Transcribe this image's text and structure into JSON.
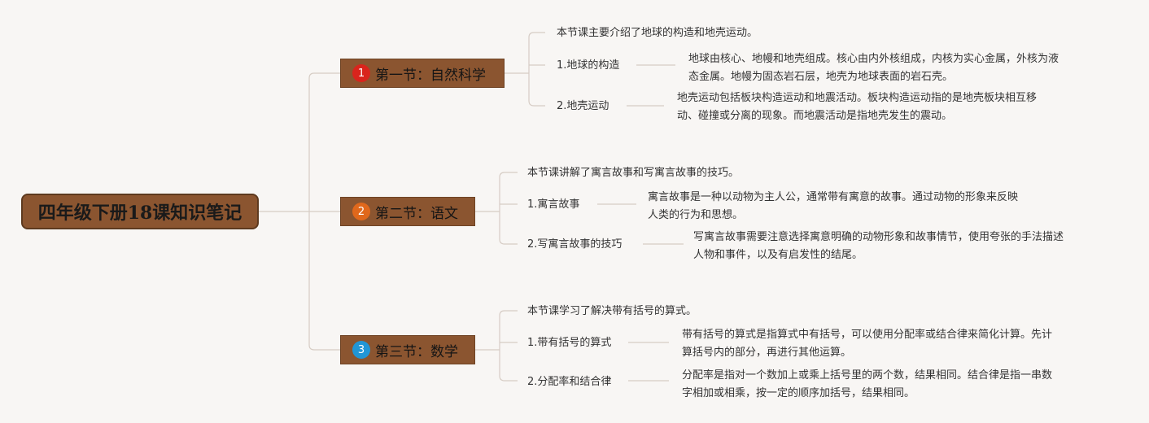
{
  "root": {
    "title": "四年级下册18课知识笔记"
  },
  "sections": [
    {
      "number": "1",
      "badge_color": "#d9241c",
      "title": "第一节：自然科学",
      "summary": "本节课主要介绍了地球的构造和地壳运动。",
      "topics": [
        {
          "label": "1.地球的构造",
          "detail": [
            "地球由核心、地幔和地壳组成。核心由内外核组成，内核为实心金属，外核为液",
            "态金属。地幔为固态岩石层，地壳为地球表面的岩石壳。"
          ]
        },
        {
          "label": "2.地壳运动",
          "detail": [
            "地壳运动包括板块构造运动和地震活动。板块构造运动指的是地壳板块相互移",
            "动、碰撞或分离的现象。而地震活动是指地壳发生的震动。"
          ]
        }
      ]
    },
    {
      "number": "2",
      "badge_color": "#e0681c",
      "title": "第二节：语文",
      "summary": "本节课讲解了寓言故事和写寓言故事的技巧。",
      "topics": [
        {
          "label": "1.寓言故事",
          "detail": [
            "寓言故事是一种以动物为主人公，通常带有寓意的故事。通过动物的形象来反映",
            "人类的行为和思想。"
          ]
        },
        {
          "label": "2.写寓言故事的技巧",
          "detail": [
            "写寓言故事需要注意选择寓意明确的动物形象和故事情节，使用夸张的手法描述",
            "人物和事件，以及有启发性的结尾。"
          ]
        }
      ]
    },
    {
      "number": "3",
      "badge_color": "#2196d6",
      "title": "第三节：数学",
      "summary": "本节课学习了解决带有括号的算式。",
      "topics": [
        {
          "label": "1.带有括号的算式",
          "detail": [
            "带有括号的算式是指算式中有括号，可以使用分配率或结合律来简化计算。先计",
            "算括号内的部分，再进行其他运算。"
          ]
        },
        {
          "label": "2.分配率和结合律",
          "detail": [
            "分配率是指对一个数加上或乘上括号里的两个数，结果相同。结合律是指一串数",
            "字相加或相乘，按一定的顺序加括号，结果相同。"
          ]
        }
      ]
    }
  ],
  "colors": {
    "branch_fill": "#8b5530",
    "line": "#d4c9c0",
    "background": "#f8f6f4"
  }
}
